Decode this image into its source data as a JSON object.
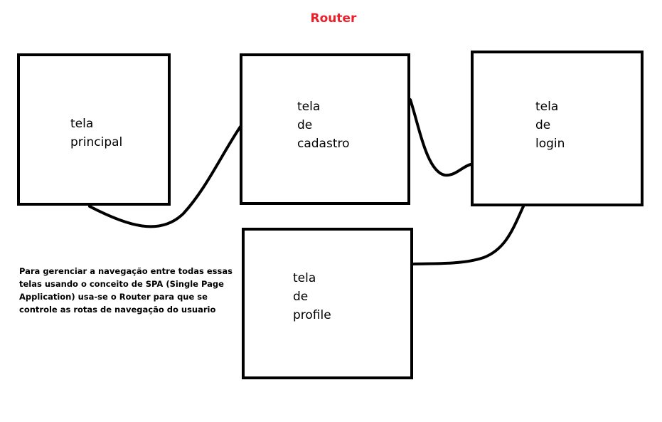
{
  "title": "Router",
  "colors": {
    "title": "#e8202a",
    "stroke": "#000000",
    "background": "#ffffff"
  },
  "screens": {
    "principal": "tela\nprincipal",
    "cadastro": "tela\nde\ncadastro",
    "login": "tela\nde\nlogin",
    "profile": "tela\nde\nprofile"
  },
  "note": "Para gerenciar a navegação entre todas essas telas usando o conceito de SPA (Single Page Application) usa-se o Router para que se controle as rotas de navegação do usuario"
}
